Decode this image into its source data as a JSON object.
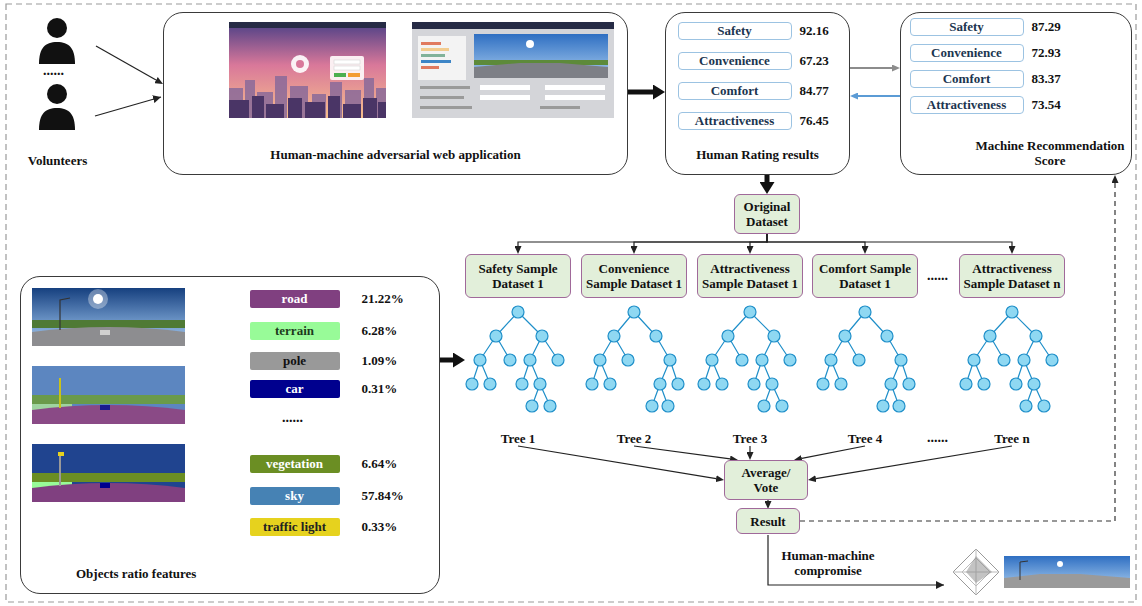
{
  "diagram": {
    "nodes": [
      {
        "text": [
          "Volunteers"
        ]
      },
      {
        "text": [
          "Human-machine adversarial web application"
        ]
      },
      {
        "text": [
          "Human Rating results"
        ]
      },
      {
        "text": [
          "Safety",
          "92.16"
        ],
        "in": 2
      },
      {
        "text": [
          "Convenience",
          "67.23"
        ],
        "in": 2
      },
      {
        "text": [
          "Comfort",
          "84.77"
        ],
        "in": 2
      },
      {
        "text": [
          "Attractiveness",
          "76.45"
        ],
        "in": 2
      },
      {
        "text": [
          "Machine Recommendation Score"
        ]
      },
      {
        "text": [
          "Safety",
          "87.29"
        ],
        "in": 7
      },
      {
        "text": [
          "Convenience",
          "72.93"
        ],
        "in": 7
      },
      {
        "text": [
          "Comfort",
          "83.37"
        ],
        "in": 7
      },
      {
        "text": [
          "Attractiveness",
          "73.54"
        ],
        "in": 7
      },
      {
        "text": [
          "Objects ratio features"
        ]
      },
      {
        "text": [
          "road",
          "21.22%"
        ],
        "in": 12
      },
      {
        "text": [
          "terrain",
          "6.28%"
        ],
        "in": 12
      },
      {
        "text": [
          "pole",
          "1.09%"
        ],
        "in": 12
      },
      {
        "text": [
          "car",
          "0.31%"
        ],
        "in": 12
      },
      {
        "text": [
          "vegetation",
          "6.64%"
        ],
        "in": 12
      },
      {
        "text": [
          "sky",
          "57.84%"
        ],
        "in": 12
      },
      {
        "text": [
          "traffic light",
          "0.33%"
        ],
        "in": 12
      },
      {
        "text": [
          "Original Dataset"
        ]
      },
      {
        "text": [
          "Safety Sample Dataset 1"
        ]
      },
      {
        "text": [
          "Convenience Sample Dataset 1"
        ]
      },
      {
        "text": [
          "Attractiveness Sample Dataset 1"
        ]
      },
      {
        "text": [
          "Comfort Sample Dataset 1"
        ]
      },
      {
        "text": [
          "Attractiveness Sample Dataset n"
        ]
      },
      {
        "text": [
          "Tree 1"
        ]
      },
      {
        "text": [
          "Tree 2"
        ]
      },
      {
        "text": [
          "Tree 3"
        ]
      },
      {
        "text": [
          "Tree 4"
        ]
      },
      {
        "text": [
          "Tree n"
        ]
      },
      {
        "text": [
          "Average/ Vote"
        ]
      },
      {
        "text": [
          "Result"
        ]
      }
    ],
    "edges": [
      {
        "from": 0,
        "to": 1,
        "arrow": "to"
      },
      {
        "from": 1,
        "to": 2,
        "arrow": "to"
      },
      {
        "from": 2,
        "to": 7,
        "arrow": "to"
      },
      {
        "from": 7,
        "to": 2,
        "arrow": "to"
      },
      {
        "from": 2,
        "to": 20,
        "arrow": "to"
      },
      {
        "from": 12,
        "to": 26,
        "arrow": "to"
      },
      {
        "from": 20,
        "to": 21,
        "arrow": "to"
      },
      {
        "from": 20,
        "to": 22,
        "arrow": "to"
      },
      {
        "from": 20,
        "to": 23,
        "arrow": "to"
      },
      {
        "from": 20,
        "to": 24,
        "arrow": "to"
      },
      {
        "from": 20,
        "to": 25,
        "arrow": "to"
      },
      {
        "from": 26,
        "to": 31,
        "arrow": "to"
      },
      {
        "from": 27,
        "to": 31,
        "arrow": "to"
      },
      {
        "from": 28,
        "to": 31,
        "arrow": "to"
      },
      {
        "from": 29,
        "to": 31,
        "arrow": "to"
      },
      {
        "from": 30,
        "to": 31,
        "arrow": "to"
      },
      {
        "from": 31,
        "to": 32,
        "arrow": "to"
      },
      {
        "from": 32,
        "to": 7,
        "arrow": "to"
      }
    ],
    "labels": [
      "......",
      "......",
      "......",
      "......",
      "Human-machine compromise"
    ]
  }
}
